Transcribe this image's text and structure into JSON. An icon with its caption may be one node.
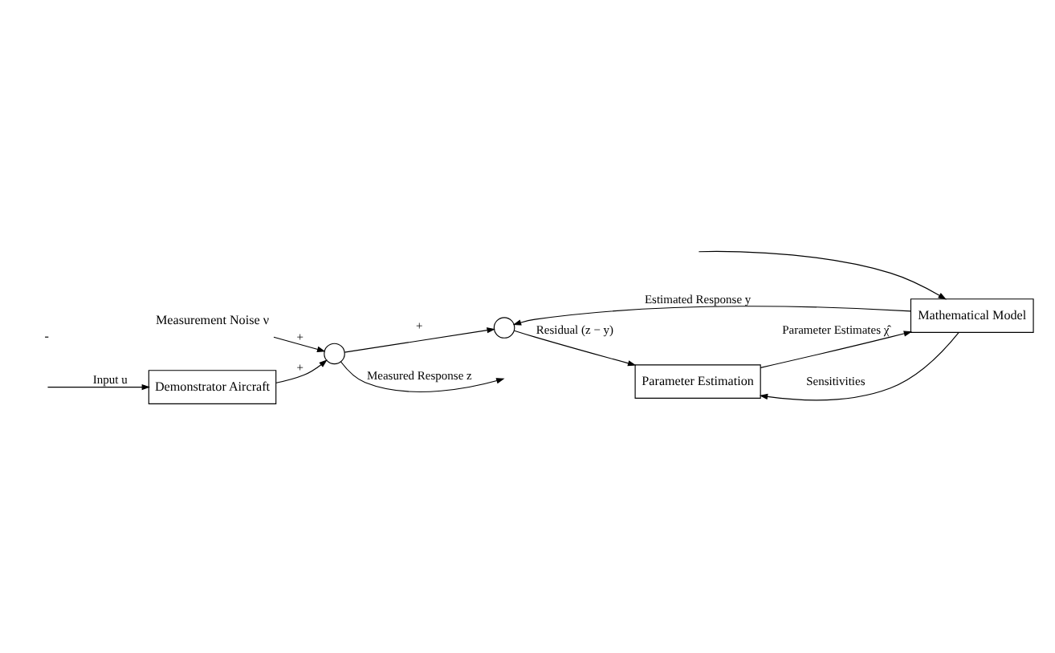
{
  "diagram": {
    "nodes": [
      {
        "text": [
          "Demonstrator Aircraft"
        ]
      },
      {
        "text": [
          "Mathematical Model"
        ]
      },
      {
        "text": [
          "Parameter Estimation"
        ]
      },
      {
        "text": [],
        "shape": "circle"
      },
      {
        "text": [],
        "shape": "circle"
      },
      {
        "text": [
          "Measurement Noise ν"
        ]
      }
    ],
    "edges": [
      {
        "from": null,
        "to": 0,
        "arrow": "to",
        "label": "Input u"
      },
      {
        "from": null,
        "to": 1,
        "arrow": "to"
      },
      {
        "from": 0,
        "to": 3,
        "arrow": "to",
        "label": "+"
      },
      {
        "from": 5,
        "to": 3,
        "arrow": "to",
        "label": "+"
      },
      {
        "from": 3,
        "to": null,
        "arrow": "to",
        "label": "Measured Response z"
      },
      {
        "from": 3,
        "to": 4,
        "arrow": "to",
        "label": "+"
      },
      {
        "from": 1,
        "to": 4,
        "arrow": "to",
        "label": "Estimated Response y"
      },
      {
        "from": 1,
        "to": 2,
        "arrow": "to",
        "label": "Sensitivities"
      },
      {
        "from": 4,
        "to": 2,
        "arrow": "to",
        "label": "Residual (z − y)"
      },
      {
        "from": 2,
        "to": 1,
        "arrow": "to",
        "label": "Parameter Estimates χ̂"
      }
    ],
    "labels": [
      "-"
    ]
  }
}
